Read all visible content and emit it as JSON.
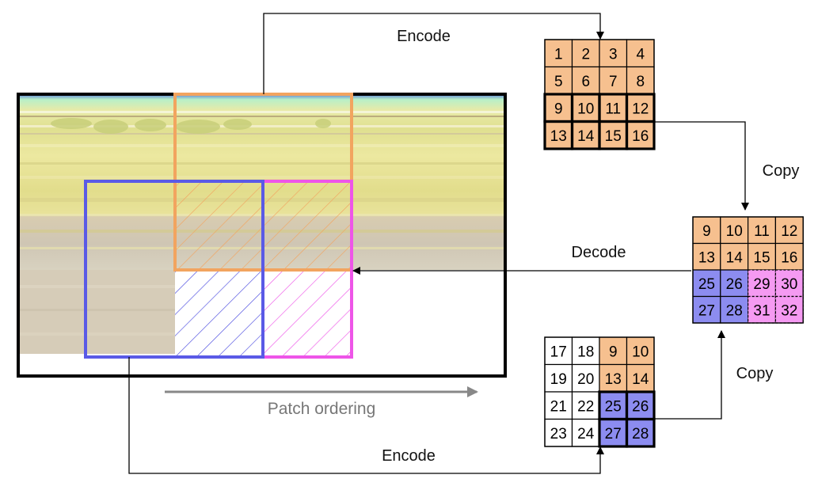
{
  "labels": {
    "encode_top": "Encode",
    "encode_bottom": "Encode",
    "copy_top": "Copy",
    "copy_bottom": "Copy",
    "decode": "Decode",
    "patch_ordering": "Patch ordering"
  },
  "colors": {
    "orange": "#f6c08f",
    "orange_frame": "#f2a45f",
    "blue": "#8c8cf0",
    "blue_frame": "#5a5ae6",
    "magenta": "#f59af2",
    "magenta_frame": "#ee55e8",
    "white": "#ffffff",
    "arrow": "#000000",
    "ordering_arrow": "#888888"
  },
  "grids": {
    "top_grid": {
      "rows": [
        [
          {
            "n": "1",
            "c": "orange"
          },
          {
            "n": "2",
            "c": "orange"
          },
          {
            "n": "3",
            "c": "orange"
          },
          {
            "n": "4",
            "c": "orange"
          }
        ],
        [
          {
            "n": "5",
            "c": "orange"
          },
          {
            "n": "6",
            "c": "orange"
          },
          {
            "n": "7",
            "c": "orange"
          },
          {
            "n": "8",
            "c": "orange"
          }
        ],
        [
          {
            "n": "9",
            "c": "orange",
            "b": 1
          },
          {
            "n": "10",
            "c": "orange",
            "b": 1
          },
          {
            "n": "11",
            "c": "orange",
            "b": 1
          },
          {
            "n": "12",
            "c": "orange",
            "b": 1
          }
        ],
        [
          {
            "n": "13",
            "c": "orange",
            "b": 1
          },
          {
            "n": "14",
            "c": "orange",
            "b": 1
          },
          {
            "n": "15",
            "c": "orange",
            "b": 1
          },
          {
            "n": "16",
            "c": "orange",
            "b": 1
          }
        ]
      ]
    },
    "middle_grid": {
      "rows": [
        [
          {
            "n": "9",
            "c": "orange"
          },
          {
            "n": "10",
            "c": "orange"
          },
          {
            "n": "11",
            "c": "orange"
          },
          {
            "n": "12",
            "c": "orange"
          }
        ],
        [
          {
            "n": "13",
            "c": "orange"
          },
          {
            "n": "14",
            "c": "orange"
          },
          {
            "n": "15",
            "c": "orange"
          },
          {
            "n": "16",
            "c": "orange"
          }
        ],
        [
          {
            "n": "25",
            "c": "blue"
          },
          {
            "n": "26",
            "c": "blue"
          },
          {
            "n": "29",
            "c": "magenta",
            "d": 1
          },
          {
            "n": "30",
            "c": "magenta",
            "d": 1
          }
        ],
        [
          {
            "n": "27",
            "c": "blue"
          },
          {
            "n": "28",
            "c": "blue"
          },
          {
            "n": "31",
            "c": "magenta",
            "d": 1
          },
          {
            "n": "32",
            "c": "magenta",
            "d": 1
          }
        ]
      ]
    },
    "bottom_grid": {
      "rows": [
        [
          {
            "n": "17",
            "c": "white"
          },
          {
            "n": "18",
            "c": "white"
          },
          {
            "n": "9",
            "c": "orange"
          },
          {
            "n": "10",
            "c": "orange"
          }
        ],
        [
          {
            "n": "19",
            "c": "white"
          },
          {
            "n": "20",
            "c": "white"
          },
          {
            "n": "13",
            "c": "orange"
          },
          {
            "n": "14",
            "c": "orange"
          }
        ],
        [
          {
            "n": "21",
            "c": "white"
          },
          {
            "n": "22",
            "c": "white"
          },
          {
            "n": "25",
            "c": "blue",
            "b": 1
          },
          {
            "n": "26",
            "c": "blue",
            "b": 1
          }
        ],
        [
          {
            "n": "23",
            "c": "white"
          },
          {
            "n": "24",
            "c": "white"
          },
          {
            "n": "27",
            "c": "blue",
            "b": 1
          },
          {
            "n": "28",
            "c": "blue",
            "b": 1
          }
        ]
      ]
    }
  }
}
